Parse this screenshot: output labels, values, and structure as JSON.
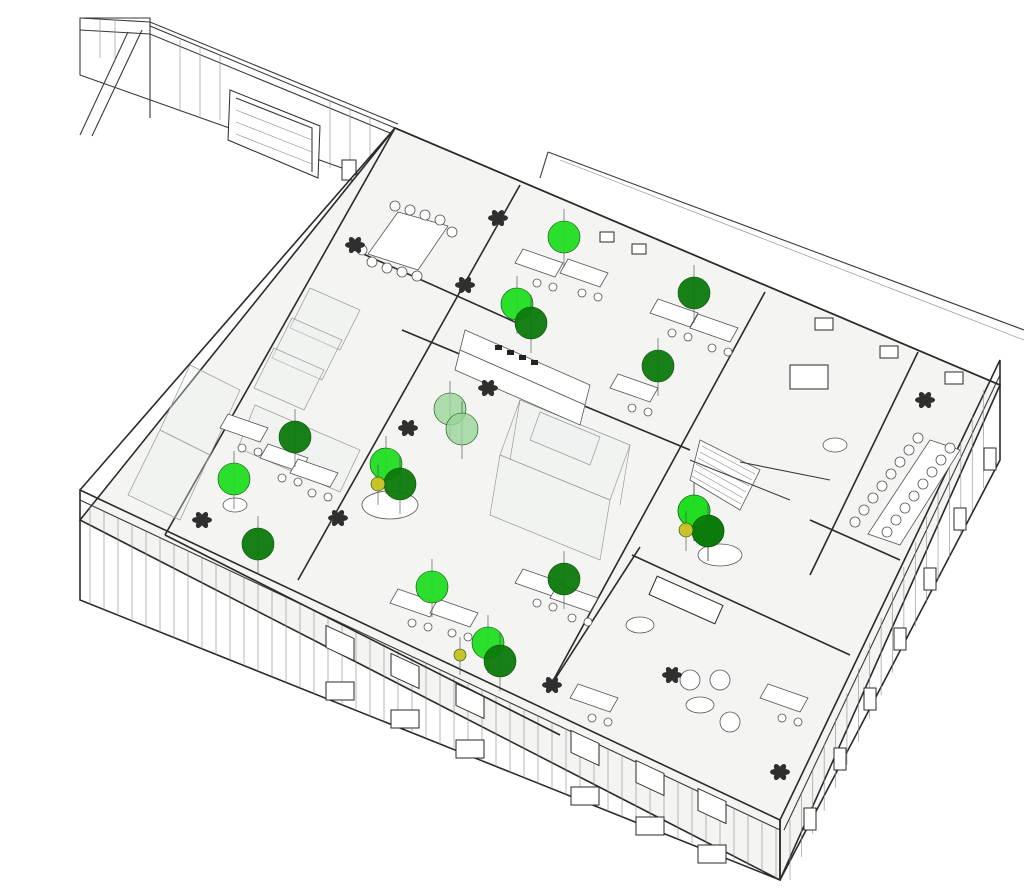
{
  "colors": {
    "background": "#ffffff",
    "line": "#3a3a3a",
    "floor_fill": "#f3f3f1",
    "marker_light": "#22dd22",
    "marker_dark": "#0b7a0b",
    "marker_faded": "#9ad59a",
    "marker_yellow": "#c8c020",
    "plant": "#2f2f2f"
  },
  "markers": [
    {
      "id": "m1",
      "tone": "light"
    },
    {
      "id": "m2",
      "tone": "light"
    },
    {
      "id": "m3",
      "tone": "dark"
    },
    {
      "id": "m4",
      "tone": "dark"
    },
    {
      "id": "m5",
      "tone": "dark"
    },
    {
      "id": "m6",
      "tone": "faded"
    },
    {
      "id": "m7",
      "tone": "faded"
    },
    {
      "id": "m8",
      "tone": "dark"
    },
    {
      "id": "m9",
      "tone": "light"
    },
    {
      "id": "m10",
      "tone": "dark"
    },
    {
      "id": "m11",
      "tone": "light"
    },
    {
      "id": "m12",
      "tone": "dark"
    },
    {
      "id": "m13",
      "tone": "yellow"
    },
    {
      "id": "m14",
      "tone": "light"
    },
    {
      "id": "m15",
      "tone": "dark"
    },
    {
      "id": "m16",
      "tone": "light"
    },
    {
      "id": "m17",
      "tone": "dark"
    },
    {
      "id": "m18",
      "tone": "light"
    },
    {
      "id": "m19",
      "tone": "dark"
    },
    {
      "id": "m20",
      "tone": "yellow"
    },
    {
      "id": "m21",
      "tone": "light"
    },
    {
      "id": "m22",
      "tone": "dark"
    },
    {
      "id": "m23",
      "tone": "yellow"
    }
  ]
}
